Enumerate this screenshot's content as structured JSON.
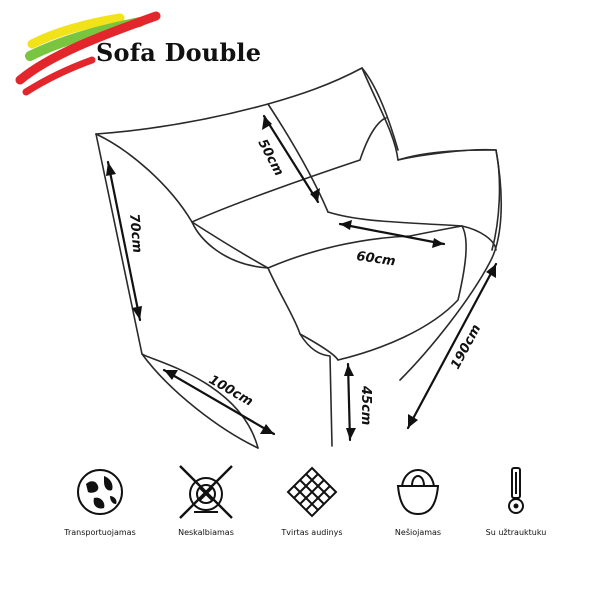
{
  "product": {
    "title": "Sofa Double"
  },
  "dimensions": {
    "back_height": "50cm",
    "seat_depth": "60cm",
    "side_height": "70cm",
    "front_width": "100cm",
    "length": "190cm",
    "seat_height": "45cm"
  },
  "features": [
    {
      "label": "Transportuojamas",
      "icon": "globe-icon"
    },
    {
      "label": "Neskalbiamas",
      "icon": "no-wash-icon"
    },
    {
      "label": "Tvirtas audinys",
      "icon": "strong-fabric-icon"
    },
    {
      "label": "Nešiojamas",
      "icon": "bag-icon"
    },
    {
      "label": "Su užtrauktuku",
      "icon": "zipper-icon"
    }
  ],
  "colors": {
    "flag_yellow": "#f2e21a",
    "flag_green": "#7ac53f",
    "flag_red": "#e3262b",
    "line": "#2a2a2a"
  }
}
